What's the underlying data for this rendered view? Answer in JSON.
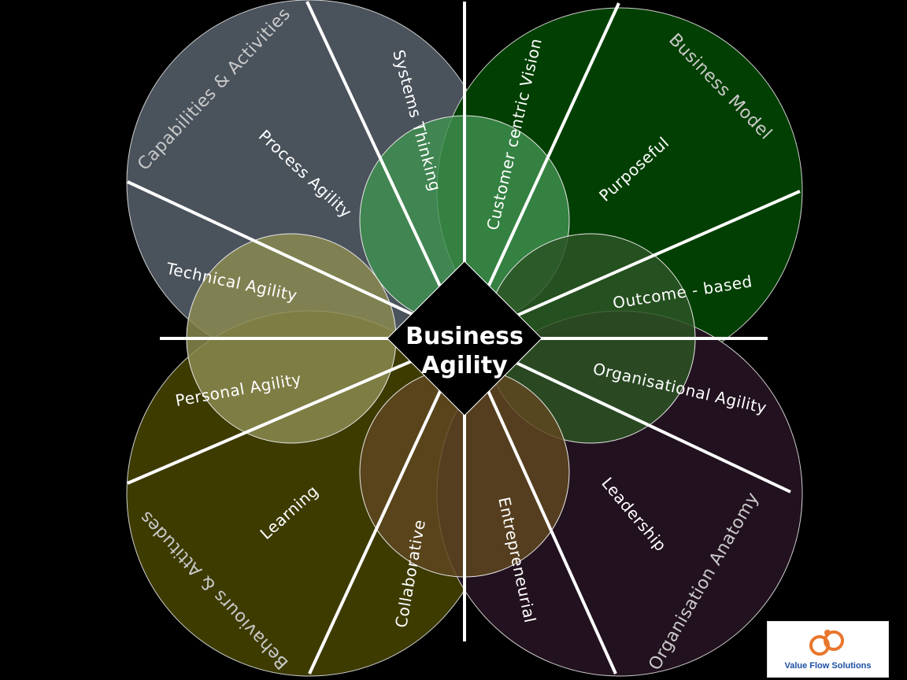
{
  "center": {
    "line1": "Business",
    "line2": "Agility"
  },
  "labels": {
    "capabilities": "Capabilities & Activities",
    "process_agility": "Process Agility",
    "technical_agility": "Technical Agility",
    "systems_thinking": "Systems Thinking",
    "customer_vision": "Customer centric Vision",
    "business_model": "Business Model",
    "purposeful": "Purposeful",
    "outcome_based": "Outcome - based",
    "organisational_agility": "Organisational Agility",
    "organisation_anatomy": "Organisation Anatomy",
    "leadership": "Leadership",
    "entrepreneurial": "Entrepreneurial",
    "collaborative": "Collaborative",
    "learning": "Learning",
    "behaviours": "Behaviours & Attitudes",
    "personal_agility": "Personal Agility"
  },
  "logo": {
    "text": "Value Flow Solutions"
  },
  "colors": {
    "background": "#000000",
    "capabilities_circle": "#4a525c",
    "business_model_circle": "#023f02",
    "organisation_circle": "#22111e",
    "behaviours_circle": "#3d3b00",
    "technical_lens": "#7a7b46",
    "customer_lens": "#387f47",
    "outcome_lens": "#264e1f",
    "collaborative_lens": "#533e1c",
    "center": "#000000",
    "logo_accent": "#e8772e",
    "logo_text": "#1d4fa3"
  }
}
